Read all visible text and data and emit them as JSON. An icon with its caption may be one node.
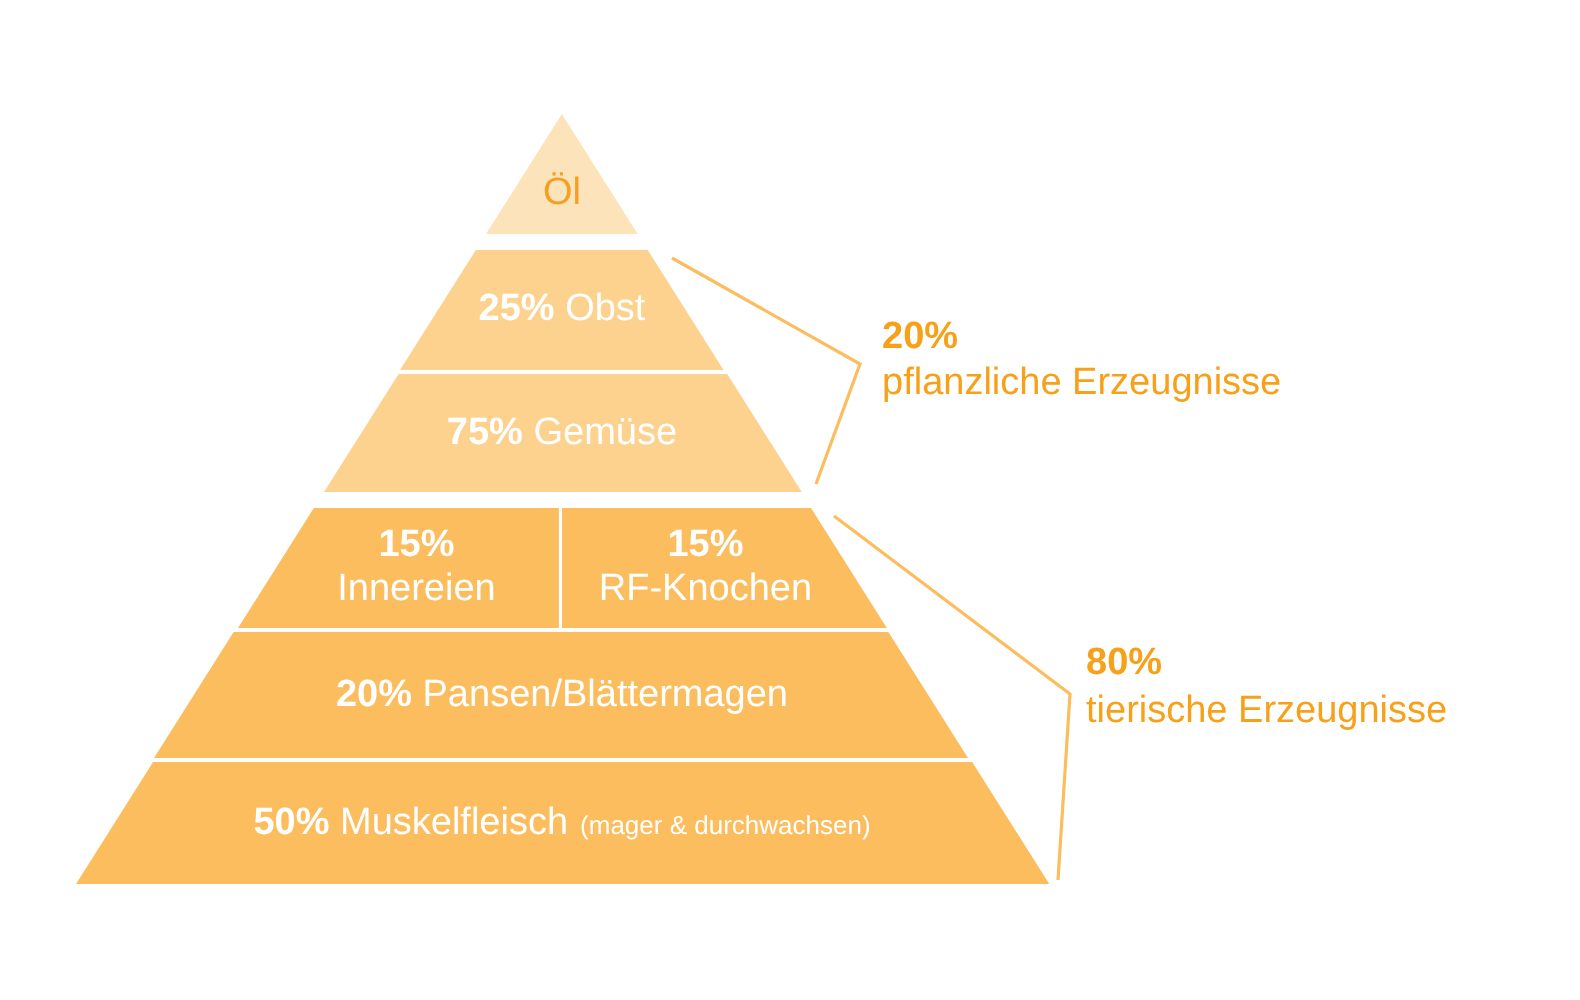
{
  "diagram": {
    "nodes": [
      {
        "text": [
          "Öl"
        ]
      },
      {
        "text": [
          "**25%** Obst"
        ]
      },
      {
        "text": [
          "**75%** Gemüse"
        ]
      },
      {
        "text": [
          "15%",
          "Innereien"
        ]
      },
      {
        "text": [
          "15%",
          "RF-Knochen"
        ]
      },
      {
        "text": [
          "**20%** Pansen/Blättermagen"
        ]
      },
      {
        "text": [
          "**50%** Muskelfleisch",
          "(mager & durchwachsen)"
        ]
      }
    ],
    "labels": [
      "20%",
      "pflanzliche Erzeugnisse",
      "80%",
      "tierische Erzeugnisse"
    ]
  }
}
